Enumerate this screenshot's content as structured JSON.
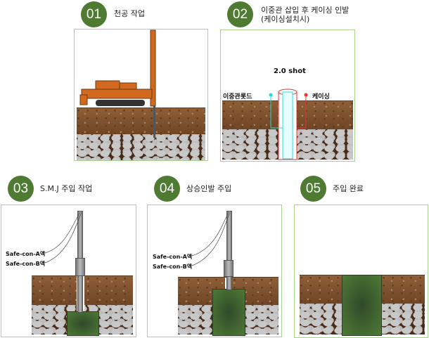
{
  "steps": [
    {
      "number": "01",
      "title": "천공 작업"
    },
    {
      "number": "02",
      "title_line1": "이중관 삽입 후 케이싱 인발",
      "title_line2": "(케이싱설치시)",
      "shot_label": "2.0 shot",
      "rod_label": "이중관롯드",
      "casing_label": "케이싱"
    },
    {
      "number": "03",
      "title": "S.M.J 주입 작업",
      "liquid_a": "Safe-con-A액",
      "liquid_b": "Safe-con-B액"
    },
    {
      "number": "04",
      "title": "상승인발 주입",
      "liquid_a": "Safe-con-A액",
      "liquid_b": "Safe-con-B액"
    },
    {
      "number": "05",
      "title": "주입 완료"
    }
  ],
  "colors": {
    "badge": "#4e7a32",
    "border": "#a9d18e",
    "rig": "#d2691e",
    "grout": "#4f7a35"
  }
}
